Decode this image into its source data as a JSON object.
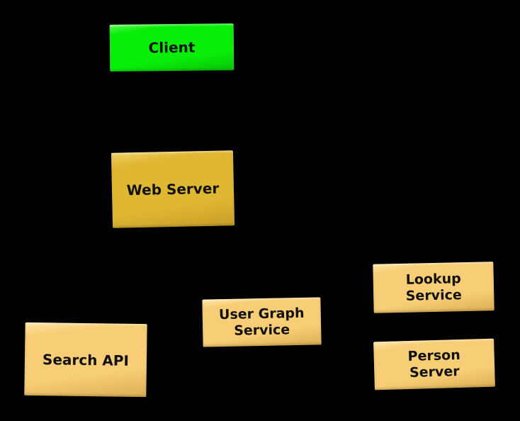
{
  "diagram": {
    "background_color": "#000000",
    "nodes": [
      {
        "id": "client",
        "lines": [
          "Client"
        ],
        "colors": {
          "fill": "#09ee09",
          "highlight": "#63f75a",
          "shadow": "#08c408"
        }
      },
      {
        "id": "web-server",
        "lines": [
          "Web Server"
        ],
        "colors": {
          "fill": "#e0b733",
          "highlight": "#f2d468",
          "shadow": "#c79e28"
        }
      },
      {
        "id": "search-api",
        "lines": [
          "Search API"
        ],
        "colors": {
          "fill": "#f7cd75",
          "highlight": "#ffe6a6",
          "shadow": "#dcae55"
        }
      },
      {
        "id": "user-graph-service",
        "lines": [
          "User Graph",
          "Service"
        ],
        "colors": {
          "fill": "#f7cd75",
          "highlight": "#ffe6a6",
          "shadow": "#dcae55"
        }
      },
      {
        "id": "lookup-service",
        "lines": [
          "Lookup",
          "Service"
        ],
        "colors": {
          "fill": "#f7cd75",
          "highlight": "#ffe6a6",
          "shadow": "#dcae55"
        }
      },
      {
        "id": "person-server",
        "lines": [
          "Person",
          "Server"
        ],
        "colors": {
          "fill": "#f7cd75",
          "highlight": "#ffe6a6",
          "shadow": "#dcae55"
        }
      }
    ]
  }
}
